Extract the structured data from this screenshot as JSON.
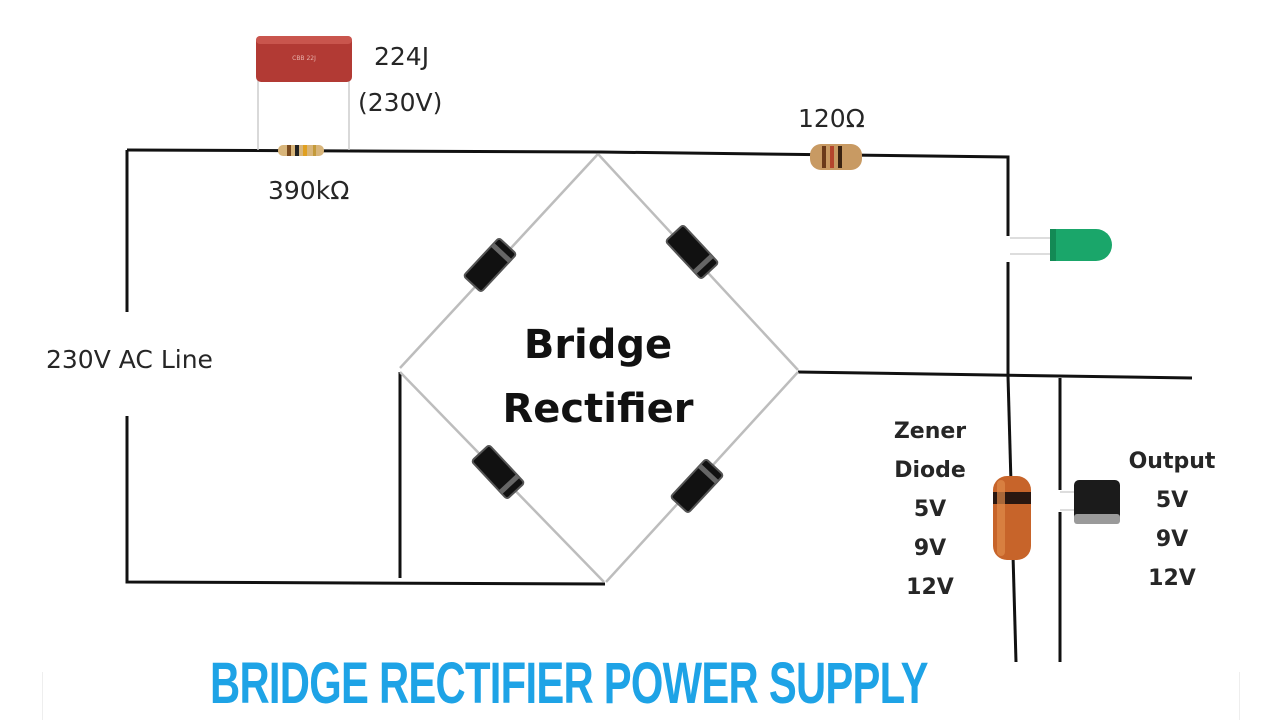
{
  "diagram": {
    "title": "BRIDGE RECTIFIER POWER SUPPLY",
    "title_color": "#1ea3e6",
    "components": {
      "capacitor": {
        "label_line1": "224J",
        "label_line2": "(230V)"
      },
      "input_resistor": {
        "label": "390kΩ"
      },
      "led_resistor": {
        "label": "120Ω"
      },
      "ac_source": {
        "label": "230V AC Line"
      },
      "bridge": {
        "label_line1": "Bridge",
        "label_line2": "Rectifier"
      },
      "zener": {
        "label_lines": [
          "Zener",
          "Diode",
          "5V",
          "9V",
          "12V"
        ]
      },
      "output": {
        "label_lines": [
          "Output",
          "5V",
          "9V",
          "12V"
        ]
      },
      "led": {
        "color": "#1aa66a"
      }
    }
  }
}
